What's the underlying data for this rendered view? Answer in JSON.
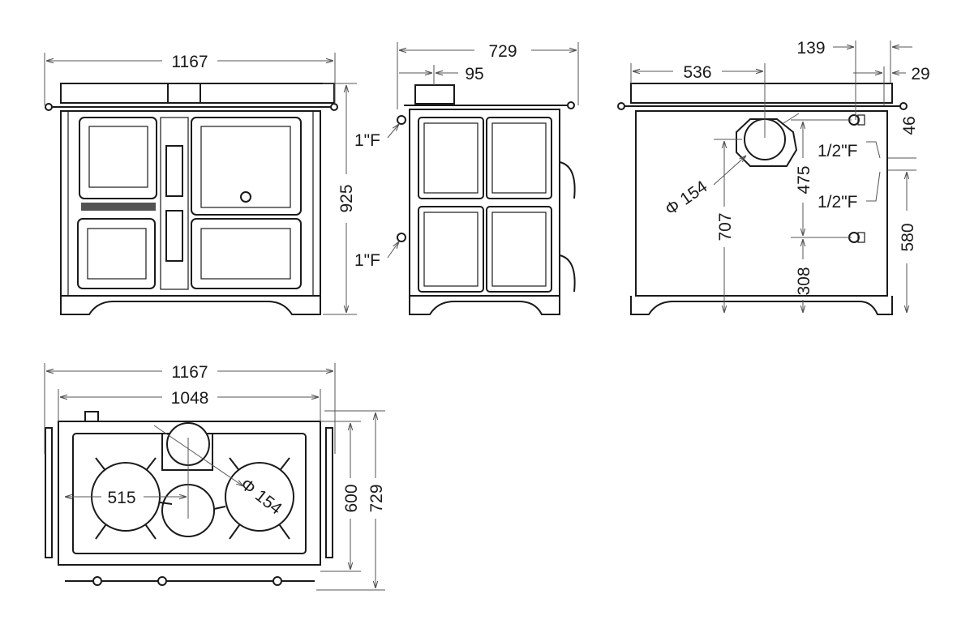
{
  "front_view": {
    "width": "1167",
    "height": "925"
  },
  "side_view": {
    "depth": "729",
    "offset": "95",
    "connection_top": "1\"F",
    "connection_bottom": "1\"F"
  },
  "rear_view": {
    "flue_x": "536",
    "right_offset": "139",
    "edge_offset": "29",
    "top_offset": "46",
    "flue_diameter": "Φ 154",
    "flue_height": "707",
    "upper_connection_height": "475",
    "lower_connection_height": "308",
    "side_height": "580",
    "connection_upper": "1/2\"F",
    "connection_lower": "1/2\"F"
  },
  "top_view": {
    "width": "1167",
    "inner_width": "1048",
    "depth_inner": "600",
    "depth": "729",
    "hob_offset": "515",
    "flue_diameter": "Φ 154"
  }
}
